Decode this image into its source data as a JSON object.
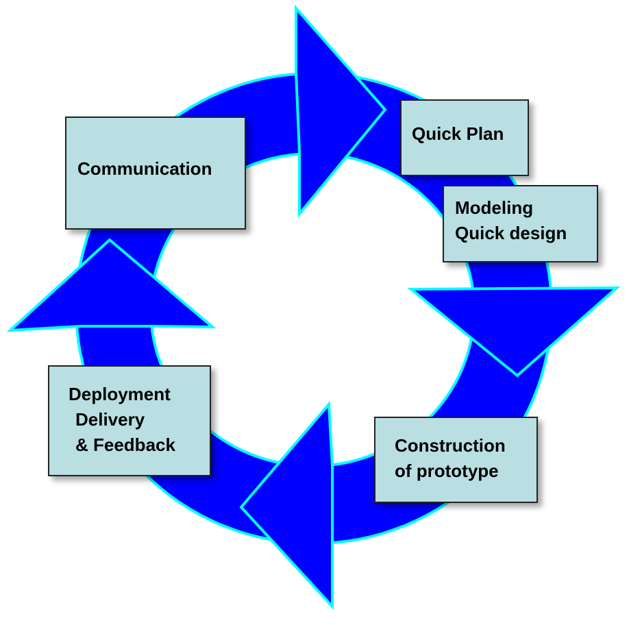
{
  "diagram": {
    "colors": {
      "arrow_fill": "#0000ff",
      "arrow_outline": "#00ffff",
      "box_fill": "#b9dfe3",
      "box_border": "#222222"
    },
    "stages": [
      {
        "lines": [
          "Communication"
        ]
      },
      {
        "lines": [
          "Quick Plan"
        ]
      },
      {
        "lines": [
          "Modeling",
          "Quick design"
        ]
      },
      {
        "lines": [
          "Construction",
          "of prototype"
        ]
      },
      {
        "lines": [
          "Deployment",
          " Delivery",
          " & Feedback"
        ]
      }
    ]
  }
}
